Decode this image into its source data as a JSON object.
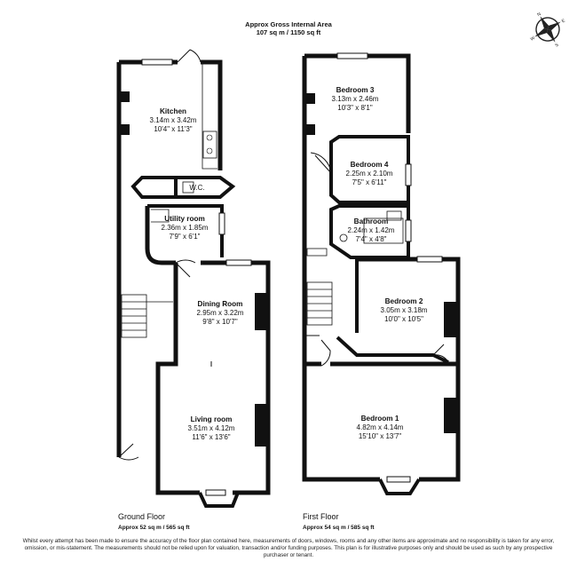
{
  "header": {
    "title": "Approx Gross Internal Area",
    "area": "107 sq m / 1150 sq ft"
  },
  "compass": {
    "n": "N",
    "e": "E",
    "s": "S",
    "w": "W"
  },
  "ground_floor": {
    "label": "Ground Floor",
    "area": "Approx 52 sq m / 565 sq ft",
    "rooms": {
      "kitchen": {
        "name": "Kitchen",
        "metric": "3.14m x 3.42m",
        "imperial": "10'4\" x 11'3\""
      },
      "wc": {
        "name": "W.C."
      },
      "utility": {
        "name": "Utility room",
        "metric": "2.36m x 1.85m",
        "imperial": "7'9\" x 6'1\""
      },
      "dining": {
        "name": "Dining Room",
        "metric": "2.95m x 3.22m",
        "imperial": "9'8\" x 10'7\""
      },
      "living": {
        "name": "Living room",
        "metric": "3.51m x 4.12m",
        "imperial": "11'6\" x 13'6\""
      }
    }
  },
  "first_floor": {
    "label": "First Floor",
    "area": "Approx 54 sq m / 585 sq ft",
    "rooms": {
      "bed3": {
        "name": "Bedroom 3",
        "metric": "3.13m x 2.46m",
        "imperial": "10'3\" x 8'1\""
      },
      "bed4": {
        "name": "Bedroom 4",
        "metric": "2.25m x 2.10m",
        "imperial": "7'5\" x 6'11\""
      },
      "bath": {
        "name": "Bathroom",
        "metric": "2.24m x 1.42m",
        "imperial": "7'4\" x 4'8\""
      },
      "bed2": {
        "name": "Bedroom 2",
        "metric": "3.05m x 3.18m",
        "imperial": "10'0\" x 10'5\""
      },
      "bed1": {
        "name": "Bedroom 1",
        "metric": "4.82m x 4.14m",
        "imperial": "15'10\" x 13'7\""
      }
    }
  },
  "disclaimer": "Whilst every attempt has been made to ensure the accuracy of the floor plan contained here, measurements of doors, windows, rooms and any other items are approximate and no responsibility is taken for any error, omission, or mis-statement. The measurements should not be relied upon for valuation, transaction and/or funding purposes. This plan is for illustrative purposes only and should be used as such by any prospective purchaser or tenant."
}
